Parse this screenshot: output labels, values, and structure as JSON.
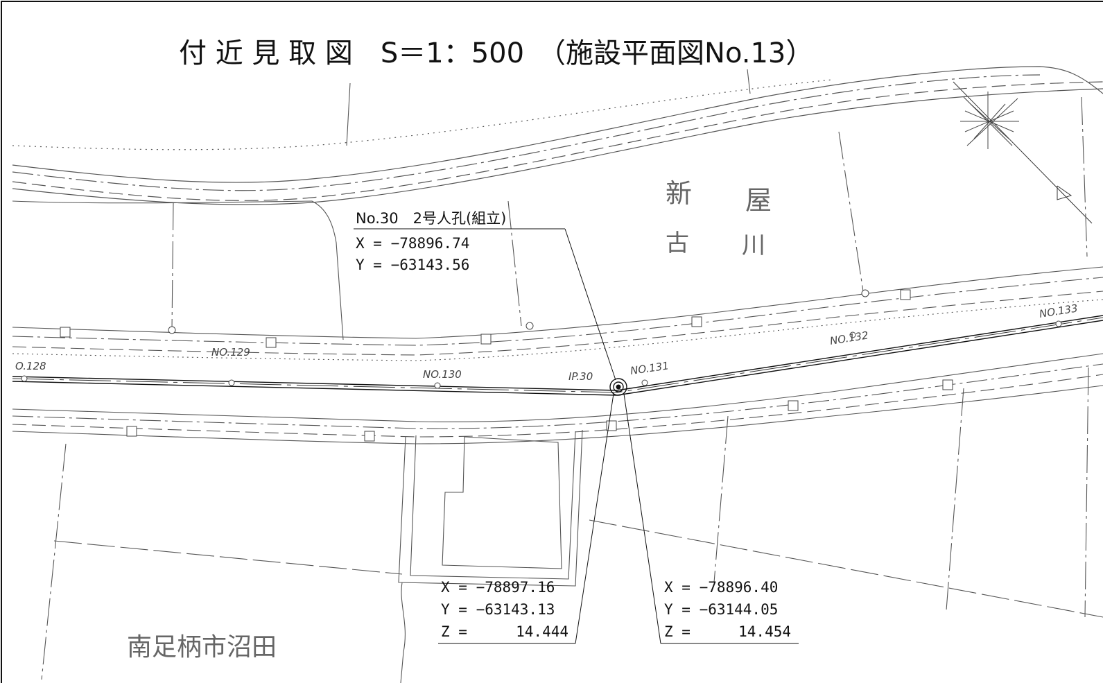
{
  "title": "付 近 見 取 図　S＝1：500　（施設平面図No.13）",
  "manhole": {
    "name": "No.30　2号人孔(組立)",
    "x": "X = −78896.74",
    "y": "Y = −63143.56"
  },
  "point_left": {
    "x": "X = −78897.16",
    "y": "Y = −63143.13",
    "z_label": "Z =",
    "z_value": "14.444"
  },
  "point_right": {
    "x": "X = −78896.40",
    "y": "Y = −63144.05",
    "z_label": "Z =",
    "z_value": "14.454"
  },
  "place_labels": {
    "niiya_1": "新",
    "niiya_2": "屋",
    "furukawa_1": "古",
    "furukawa_2": "川",
    "numata": "南足柄市沼田"
  },
  "stations": {
    "s128": "O.128",
    "s129": "NO.129",
    "s130": "NO.130",
    "s131": "NO.131",
    "s132": "NO.132",
    "s133": "NO.133",
    "ip": "IP.30"
  },
  "colors": {
    "ink": "#111111",
    "linework": "#555555"
  }
}
